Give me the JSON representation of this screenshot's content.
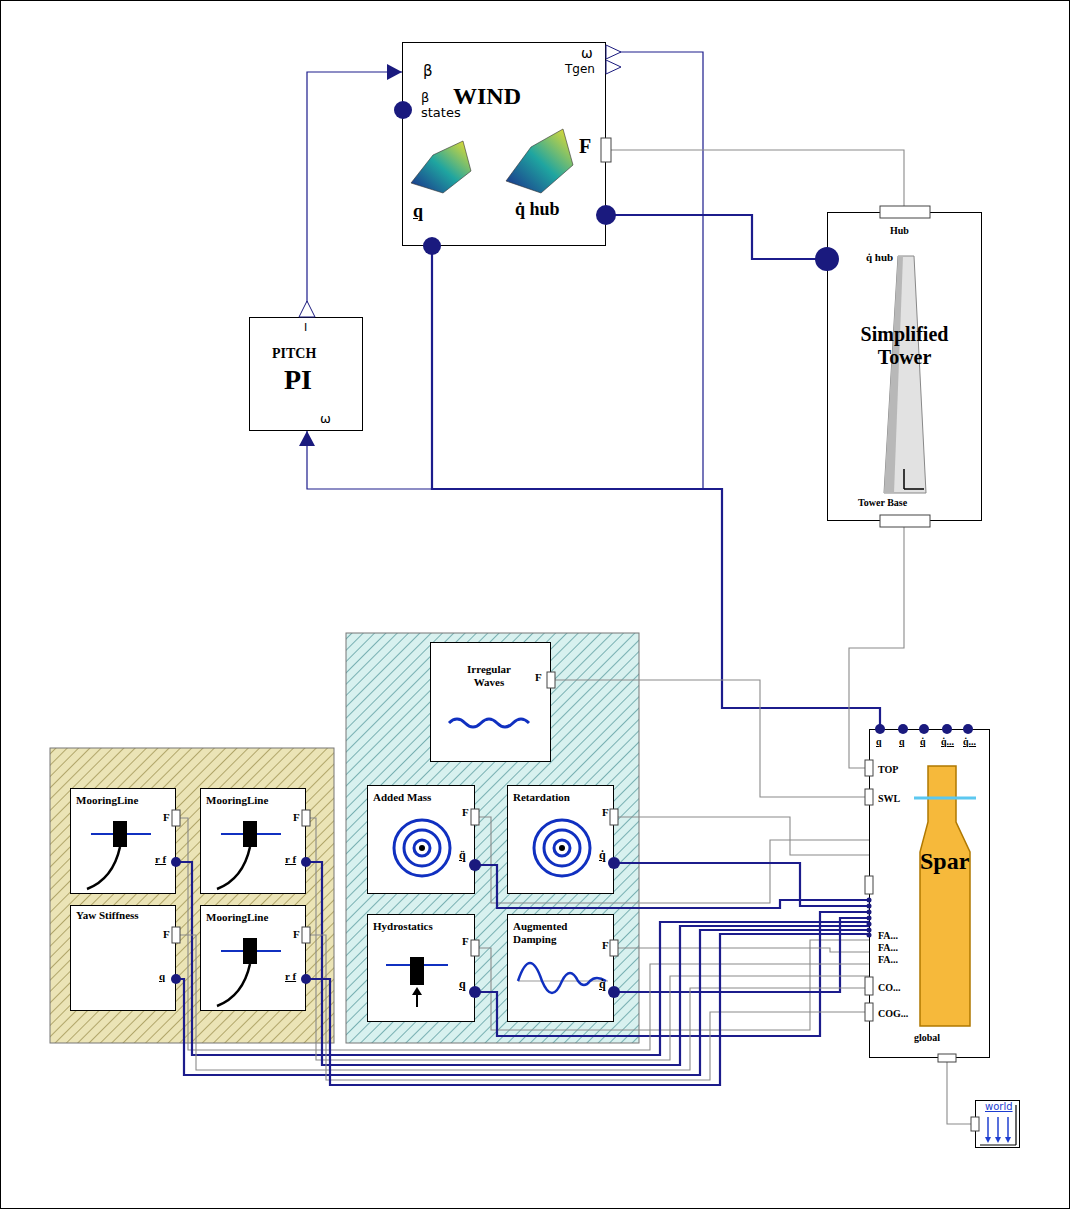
{
  "diagram": {
    "nodes": [
      {
        "text": [
          "WIND",
          "ω",
          "Tgen",
          "β",
          "β states",
          "F",
          "q",
          "q̇ hub"
        ]
      },
      {
        "text": [
          "PITCH",
          "PI",
          "I",
          "ω"
        ]
      },
      {
        "text": [
          "Hub",
          "q̇ hub",
          "Simplified Tower",
          "Tower Base"
        ]
      },
      {
        "text": []
      },
      {
        "text": [
          "MooringLine",
          "F",
          "r f"
        ],
        "in": 3
      },
      {
        "text": [
          "MooringLine",
          "F",
          "r f"
        ],
        "in": 3
      },
      {
        "text": [
          "Yaw Stiffness",
          "F",
          "q"
        ],
        "in": 3
      },
      {
        "text": [
          "MooringLine",
          "F",
          "r f"
        ],
        "in": 3
      },
      {
        "text": []
      },
      {
        "text": [
          "Irregular Waves",
          "F"
        ],
        "in": 8
      },
      {
        "text": [
          "Added Mass",
          "F",
          "q̈"
        ],
        "in": 8
      },
      {
        "text": [
          "Retardation",
          "F",
          "q̇"
        ],
        "in": 8
      },
      {
        "text": [
          "Hydrostatics",
          "F",
          "q"
        ],
        "in": 8
      },
      {
        "text": [
          "Augmented Damping",
          "F",
          "q̇"
        ],
        "in": 8
      },
      {
        "text": [
          "q",
          "q",
          "q̇",
          "q̇...",
          "q̇...",
          "TOP",
          "SWL",
          "FA...",
          "FA...",
          "FA...",
          "CO...",
          "COG...",
          "Spar",
          "global"
        ]
      },
      {
        "text": [
          "world"
        ]
      }
    ],
    "edges": [
      {
        "from": 1,
        "to": 0,
        "arrow": "to"
      },
      {
        "from": 0,
        "to": 1,
        "arrow": "to"
      },
      {
        "from": 0,
        "to": 2,
        "arrow": "none"
      },
      {
        "from": 0,
        "to": 2,
        "arrow": "none"
      },
      {
        "from": 0,
        "to": 14,
        "arrow": "none"
      },
      {
        "from": 2,
        "to": 14,
        "arrow": "none"
      },
      {
        "from": 14,
        "to": 15,
        "arrow": "none"
      },
      {
        "from": 9,
        "to": 14,
        "arrow": "none"
      },
      {
        "from": 10,
        "to": 14,
        "arrow": "none"
      },
      {
        "from": 10,
        "to": 14,
        "arrow": "none"
      },
      {
        "from": 11,
        "to": 14,
        "arrow": "none"
      },
      {
        "from": 11,
        "to": 14,
        "arrow": "none"
      },
      {
        "from": 12,
        "to": 14,
        "arrow": "none"
      },
      {
        "from": 12,
        "to": 14,
        "arrow": "none"
      },
      {
        "from": 13,
        "to": 14,
        "arrow": "none"
      },
      {
        "from": 13,
        "to": 14,
        "arrow": "none"
      },
      {
        "from": 4,
        "to": 14,
        "arrow": "none"
      },
      {
        "from": 4,
        "to": 14,
        "arrow": "none"
      },
      {
        "from": 5,
        "to": 14,
        "arrow": "none"
      },
      {
        "from": 5,
        "to": 14,
        "arrow": "none"
      },
      {
        "from": 6,
        "to": 14,
        "arrow": "none"
      },
      {
        "from": 6,
        "to": 14,
        "arrow": "none"
      },
      {
        "from": 7,
        "to": 14,
        "arrow": "none"
      },
      {
        "from": 7,
        "to": 14,
        "arrow": "none"
      }
    ]
  }
}
